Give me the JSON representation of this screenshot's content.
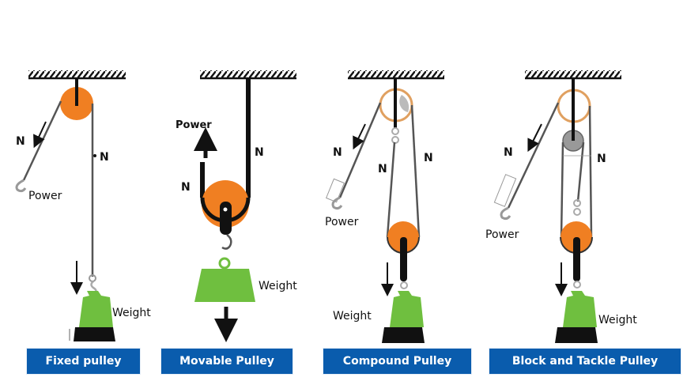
{
  "title": "Types of pulleys",
  "colors": {
    "pulley_orange": "#f07f22",
    "weight_green": "#6fbf3f",
    "caption_blue": "#0a5cad",
    "rope": "#333333",
    "small_pulley_gray": "#9a9a9a"
  },
  "panels": [
    {
      "caption": "Fixed pulley",
      "labels": {
        "power": "Power",
        "weight": "Weight",
        "n_left": "N",
        "n_right": "N"
      }
    },
    {
      "caption": "Movable Pulley",
      "labels": {
        "power": "Power",
        "weight": "Weight",
        "n_left": "N",
        "n_right": "N"
      }
    },
    {
      "caption": "Compound Pulley",
      "labels": {
        "power": "Power",
        "weight": "Weight",
        "n_power": "N",
        "n_left": "N",
        "n_right": "N"
      }
    },
    {
      "caption": "Block and Tackle Pulley",
      "labels": {
        "power": "Power",
        "weight": "Weight",
        "n_power": "N",
        "n_right": "N"
      }
    }
  ]
}
